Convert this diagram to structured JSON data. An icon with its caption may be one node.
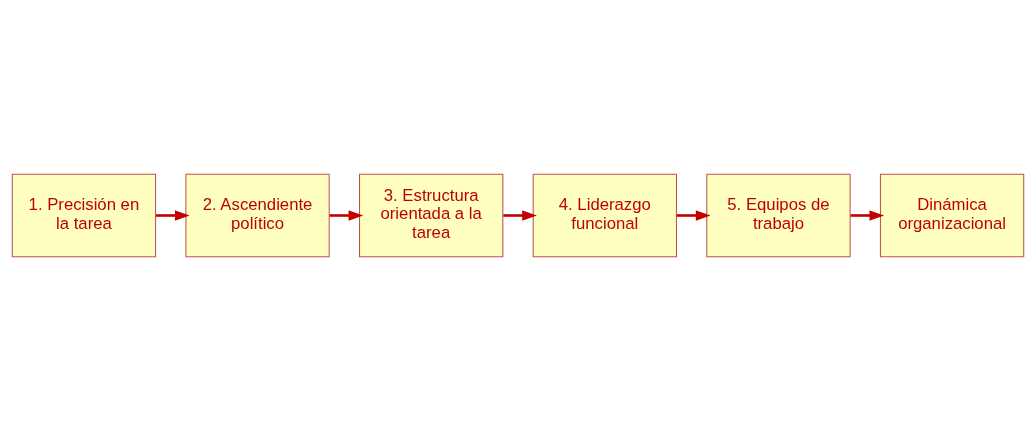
{
  "diagram": {
    "nodes": [
      {
        "text": [
          "1. Precisión en la tarea"
        ]
      },
      {
        "text": [
          "2. Ascendiente político"
        ]
      },
      {
        "text": [
          "3. Estructura orientada a la tarea"
        ]
      },
      {
        "text": [
          "4. Liderazgo funcional"
        ]
      },
      {
        "text": [
          "5. Equipos de trabajo"
        ]
      },
      {
        "text": [
          "Dinámica organizacional"
        ]
      }
    ],
    "edges": [
      {
        "from": 0,
        "to": 1,
        "arrow": "to"
      },
      {
        "from": 1,
        "to": 2,
        "arrow": "to"
      },
      {
        "from": 2,
        "to": 3,
        "arrow": "to"
      },
      {
        "from": 3,
        "to": 4,
        "arrow": "to"
      },
      {
        "from": 4,
        "to": 5,
        "arrow": "to"
      }
    ]
  }
}
